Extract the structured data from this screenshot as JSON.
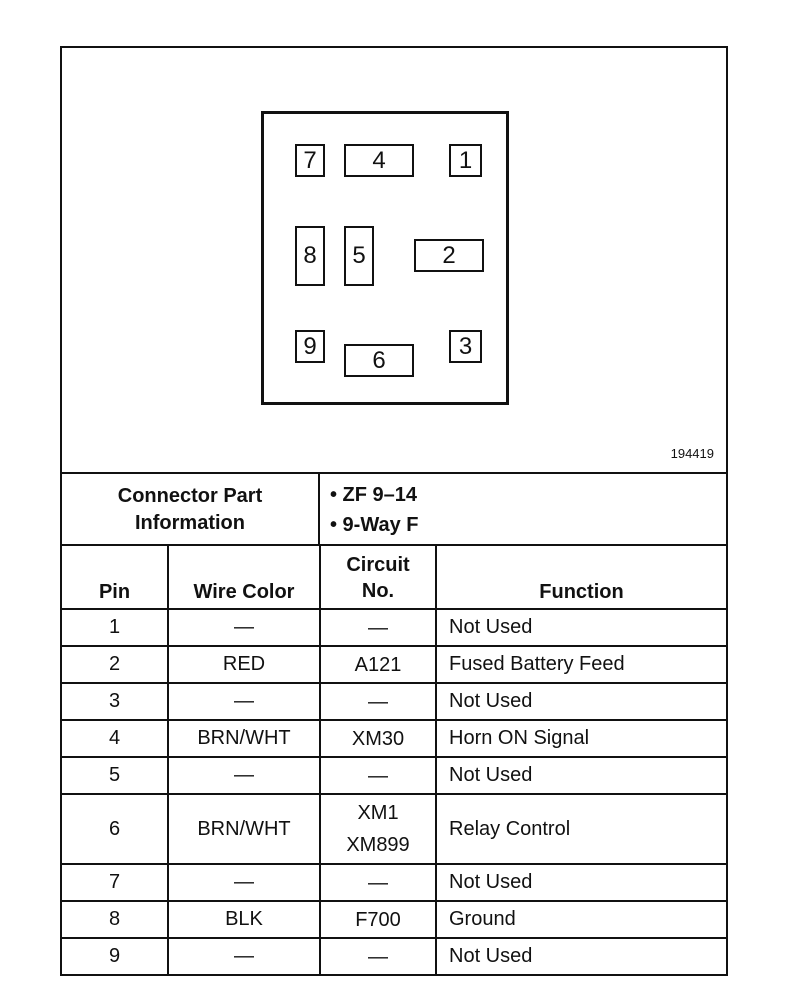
{
  "diagram": {
    "figure_number": "194419",
    "pins": [
      {
        "num": "7"
      },
      {
        "num": "4"
      },
      {
        "num": "1"
      },
      {
        "num": "8"
      },
      {
        "num": "5"
      },
      {
        "num": "2"
      },
      {
        "num": "9"
      },
      {
        "num": "6"
      },
      {
        "num": "3"
      }
    ]
  },
  "connector_info": {
    "label_line1": "Connector Part",
    "label_line2": "Information",
    "items": [
      "• ZF 9–14",
      "• 9-Way F"
    ]
  },
  "table": {
    "headers": {
      "pin": "Pin",
      "wire_color": "Wire Color",
      "circuit_line1": "Circuit",
      "circuit_line2": "No.",
      "function": "Function"
    },
    "rows": [
      {
        "pin": "1",
        "wire": "—",
        "circuit": [
          "—"
        ],
        "function": "Not Used"
      },
      {
        "pin": "2",
        "wire": "RED",
        "circuit": [
          "A121"
        ],
        "function": "Fused Battery Feed"
      },
      {
        "pin": "3",
        "wire": "—",
        "circuit": [
          "—"
        ],
        "function": "Not Used"
      },
      {
        "pin": "4",
        "wire": "BRN/WHT",
        "circuit": [
          "XM30"
        ],
        "function": "Horn ON Signal"
      },
      {
        "pin": "5",
        "wire": "—",
        "circuit": [
          "—"
        ],
        "function": "Not Used"
      },
      {
        "pin": "6",
        "wire": "BRN/WHT",
        "circuit": [
          "XM1",
          "XM899"
        ],
        "function": "Relay Control"
      },
      {
        "pin": "7",
        "wire": "—",
        "circuit": [
          "—"
        ],
        "function": "Not Used"
      },
      {
        "pin": "8",
        "wire": "BLK",
        "circuit": [
          "F700"
        ],
        "function": "Ground"
      },
      {
        "pin": "9",
        "wire": "—",
        "circuit": [
          "—"
        ],
        "function": "Not Used"
      }
    ]
  }
}
